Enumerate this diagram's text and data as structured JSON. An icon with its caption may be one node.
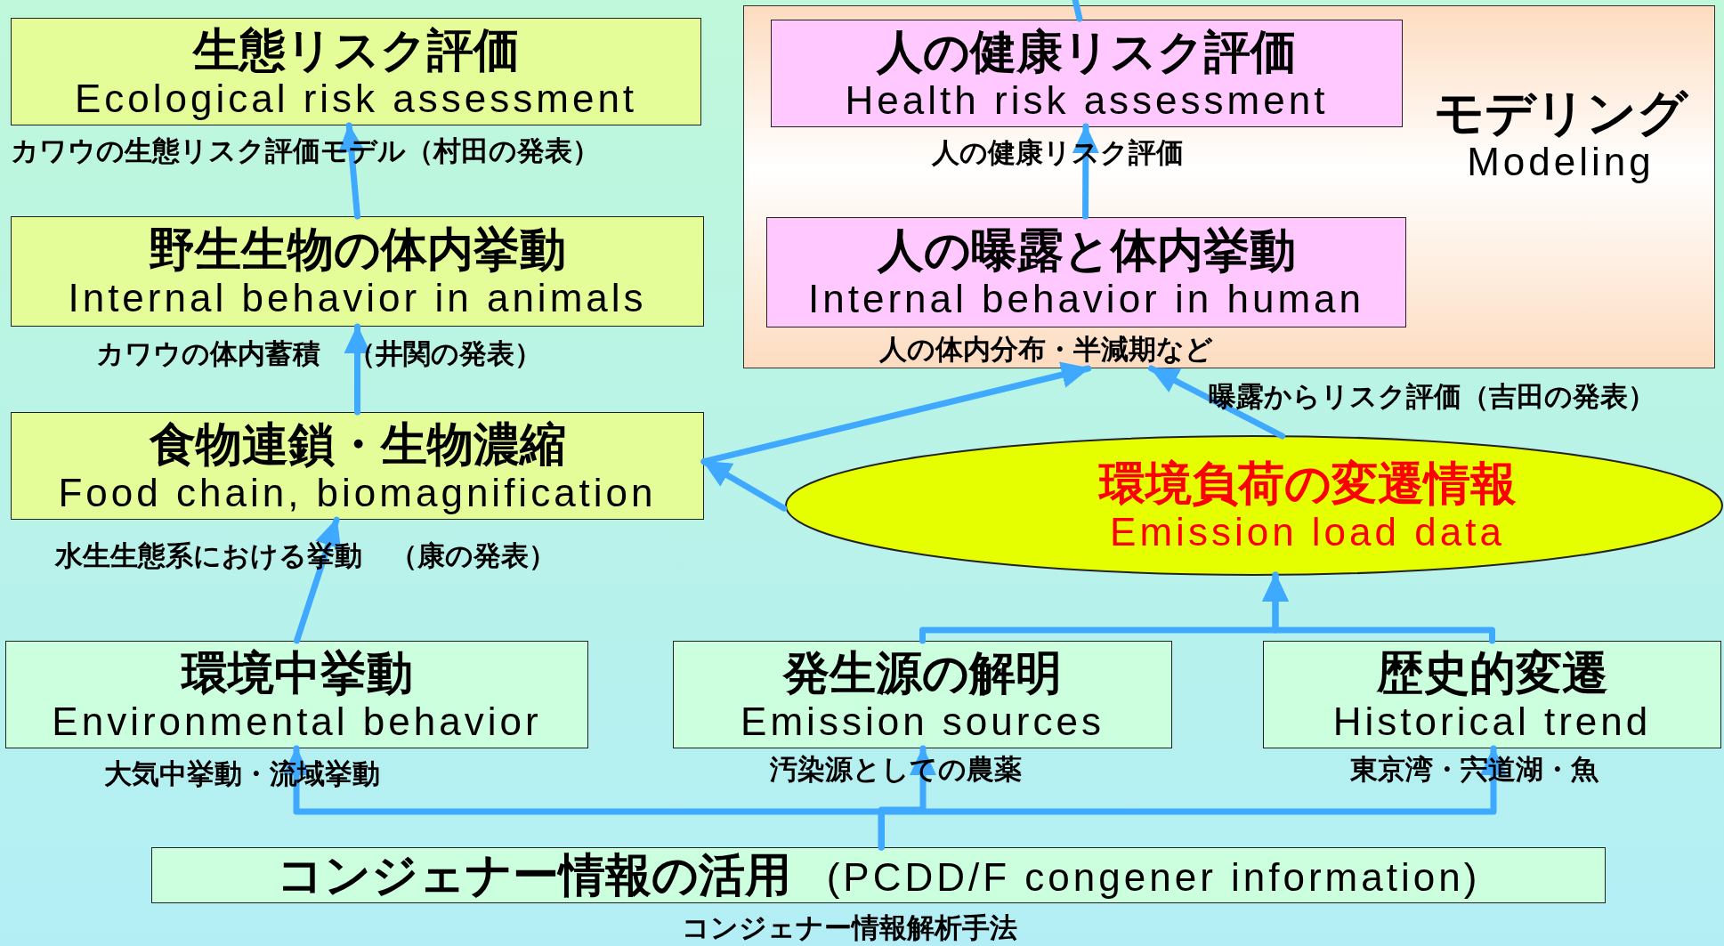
{
  "diagram": {
    "nodes": [
      {
        "text": [
          "生態リスク評価",
          "Ecological risk assessment"
        ],
        "beside": [
          "カワウの生態リスク評価モデル（村田の発表）"
        ]
      },
      {
        "text": [
          "野生生物の体内挙動",
          "Internal behavior in animals"
        ],
        "beside": [
          "カワウの体内蓄積　（井関の発表）"
        ]
      },
      {
        "text": [
          "食物連鎖・生物濃縮",
          "Food chain, biomagnification"
        ],
        "beside": [
          "水生生態系における挙動　（康の発表）"
        ]
      },
      {
        "text": [
          "モデリング",
          "Modeling"
        ]
      },
      {
        "text": [
          "人の健康リスク評価",
          "Health risk assessment"
        ],
        "in": 3,
        "beside": [
          "人の健康リスク評価"
        ]
      },
      {
        "text": [
          "人の曝露と体内挙動",
          "Internal behavior in human"
        ],
        "in": 3,
        "beside": [
          "人の体内分布・半減期など"
        ]
      },
      {
        "text": [
          "環境負荷の変遷情報",
          "Emission load data"
        ]
      },
      {
        "text": [
          "環境中挙動",
          "Environmental behavior"
        ],
        "beside": [
          "大気中挙動・流域挙動"
        ]
      },
      {
        "text": [
          "発生源の解明",
          "Emission sources"
        ],
        "beside": [
          "汚染源としての農薬"
        ]
      },
      {
        "text": [
          "歴史的変遷",
          "Historical trend"
        ],
        "beside": [
          "東京湾・宍道湖・魚"
        ]
      },
      {
        "text": [
          "コンジェナー情報の活用",
          "(PCDD/F congener information)"
        ],
        "beside": [
          "コンジェナー情報解析手法"
        ]
      }
    ],
    "edges": [
      {
        "from": 1,
        "to": 0,
        "arrow": "to"
      },
      {
        "from": 2,
        "to": 1,
        "arrow": "to"
      },
      {
        "from": 7,
        "to": 2,
        "arrow": "to"
      },
      {
        "from": 6,
        "to": 2,
        "arrow": "to"
      },
      {
        "from": 2,
        "to": 3,
        "arrow": "to"
      },
      {
        "from": 6,
        "to": 3,
        "arrow": "to",
        "label": "曝露からリスク評価（吉田の発表）"
      },
      {
        "from": 5,
        "to": 4,
        "arrow": "to"
      },
      {
        "from": 4,
        "to": null,
        "arrow": "none"
      },
      {
        "from": 8,
        "to": 6,
        "arrow": "to"
      },
      {
        "from": 9,
        "to": 6,
        "arrow": "to"
      },
      {
        "from": 10,
        "to": 7,
        "arrow": "to"
      },
      {
        "from": 10,
        "to": 8,
        "arrow": "to"
      },
      {
        "from": 10,
        "to": 9,
        "arrow": "to"
      }
    ]
  }
}
